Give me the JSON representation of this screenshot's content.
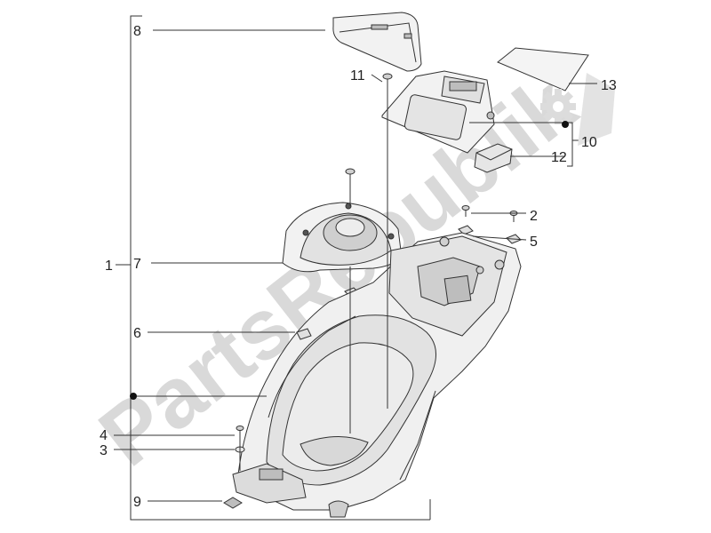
{
  "watermark": {
    "text": "PartsRepublik",
    "color": "#d9d9d9"
  },
  "callouts": [
    {
      "id": "c1",
      "label": "1"
    },
    {
      "id": "c2",
      "label": "2"
    },
    {
      "id": "c3",
      "label": "3"
    },
    {
      "id": "c4",
      "label": "4"
    },
    {
      "id": "c5",
      "label": "5"
    },
    {
      "id": "c6",
      "label": "6"
    },
    {
      "id": "c7",
      "label": "7"
    },
    {
      "id": "c8",
      "label": "8"
    },
    {
      "id": "c9",
      "label": "9"
    },
    {
      "id": "c10",
      "label": "10"
    },
    {
      "id": "c11",
      "label": "11"
    },
    {
      "id": "c12",
      "label": "12"
    },
    {
      "id": "c13",
      "label": "13"
    }
  ],
  "colors": {
    "line": "#333333",
    "part_fill": "#f2f2f2",
    "part_dark": "#bdbdbd",
    "dot": "#111111"
  }
}
